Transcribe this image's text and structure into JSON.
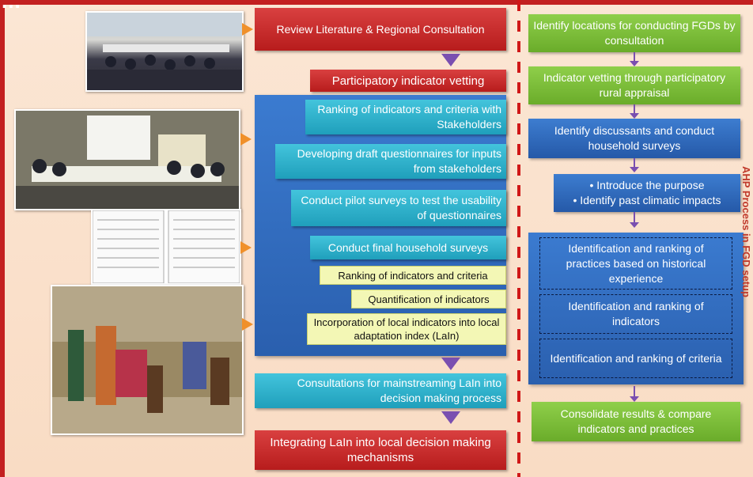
{
  "title_fragment": "...",
  "left_flow": {
    "review": "Review Literature & Regional Consultation",
    "vetting": "Participatory indicator vetting",
    "ranking_stakeholders": "Ranking of indicators and criteria with Stakeholders",
    "draft_questionnaires": "Developing draft questionnaires for inputs from stakeholders",
    "pilot_surveys": "Conduct pilot surveys to test the usability of questionnaires",
    "final_surveys": "Conduct final household surveys",
    "sub_ranking": "Ranking of indicators and criteria",
    "sub_quantification": "Quantification of indicators",
    "sub_incorporation": "Incorporation of local indicators into local adaptation index (LaIn)",
    "mainstreaming": "Consultations for mainstreaming LaIn into decision making process",
    "integrating": "Integrating LaIn into local decision making mechanisms"
  },
  "right_flow": {
    "identify_locations": "Identify locations for conducting FGDs by consultation",
    "vetting_pra": "Indicator vetting through participatory rural appraisal",
    "discussants": "Identify discussants and conduct household surveys",
    "bullet_1": "• Introduce the purpose",
    "bullet_2": "• Identify past climatic impacts",
    "practices": "Identification and ranking of practices based on historical experience",
    "indicators": "Identification and ranking of indicators",
    "criteria": "Identification and ranking of criteria",
    "consolidate": "Consolidate results & compare indicators and practices"
  },
  "side_label": "AHP Process in FGD setup",
  "colors": {
    "red": "#c62828",
    "teal": "#2bb0cc",
    "green": "#7cbd38",
    "blue": "#2f6bbf",
    "orange_arrow": "#f0902a",
    "purple_arrow": "#7a4fb0"
  }
}
